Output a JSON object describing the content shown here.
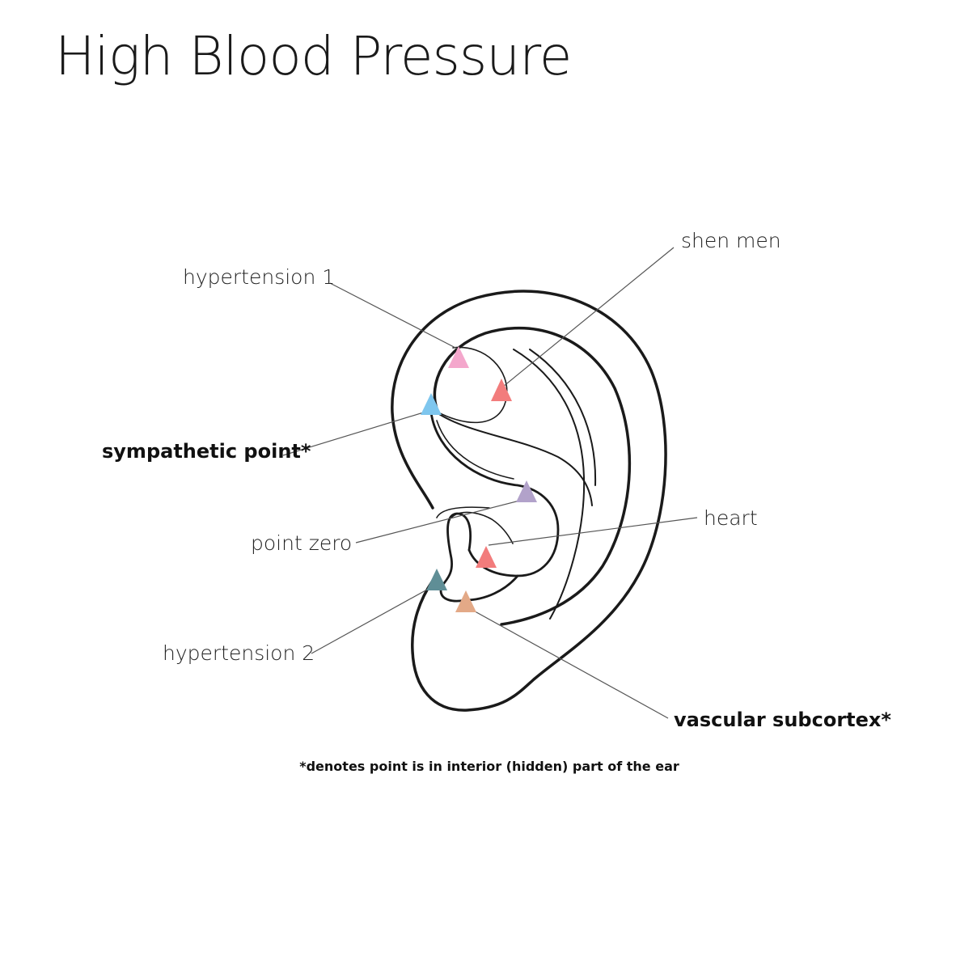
{
  "title": "High Blood Pressure",
  "points": {
    "hypertension_1": {
      "label": "hypertension 1",
      "color": "#F4A7CC",
      "hidden": false
    },
    "shen_men": {
      "label": "shen men",
      "color": "#F27C7C",
      "hidden": false
    },
    "sympathetic_point": {
      "label": "sympathetic point*",
      "color": "#7EC6EE",
      "hidden": true
    },
    "point_zero": {
      "label": "point zero",
      "color": "#B2A2CA",
      "hidden": false
    },
    "heart": {
      "label": "heart",
      "color": "#F27C7C",
      "hidden": false
    },
    "hypertension_2": {
      "label": "hypertension 2",
      "color": "#5F8E96",
      "hidden": false
    },
    "vascular_subcortex": {
      "label": "vascular subcortex*",
      "color": "#E3A987",
      "hidden": true
    }
  },
  "footnote": "*denotes point is in interior (hidden) part of the ear"
}
